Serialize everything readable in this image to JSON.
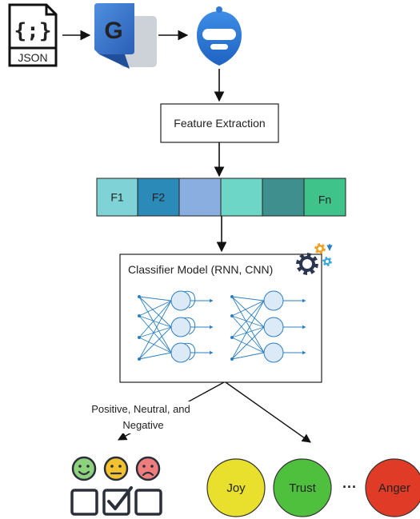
{
  "json_icon": {
    "braces": "{;}",
    "label": "JSON"
  },
  "google_icon": {
    "letter": "G"
  },
  "feature_extraction": {
    "label": "Feature Extraction"
  },
  "feature_vector": {
    "cells": [
      {
        "label": "F1",
        "color": "#7fd3d6"
      },
      {
        "label": "F2",
        "color": "#2b8ab8"
      },
      {
        "label": "",
        "color": "#8aaee0"
      },
      {
        "label": "",
        "color": "#6dd6c6"
      },
      {
        "label": "",
        "color": "#3f8f8e"
      },
      {
        "label": "Fn",
        "color": "#3fc38a"
      }
    ]
  },
  "classifier": {
    "title": "Classifier Model (RNN, CNN)"
  },
  "output_label": {
    "line1": "Positive, Neutral,  and",
    "line2": "Negative"
  },
  "faces": [
    {
      "name": "positive",
      "color": "#8fd27e"
    },
    {
      "name": "neutral",
      "color": "#f2c230"
    },
    {
      "name": "negative",
      "color": "#f07d7d"
    }
  ],
  "emotions": {
    "items": [
      {
        "label": "Joy",
        "color": "#e8e02c"
      },
      {
        "label": "Trust",
        "color": "#4fbf3e"
      },
      {
        "label": "Anger",
        "color": "#e03b26"
      }
    ],
    "ellipsis": "···"
  }
}
